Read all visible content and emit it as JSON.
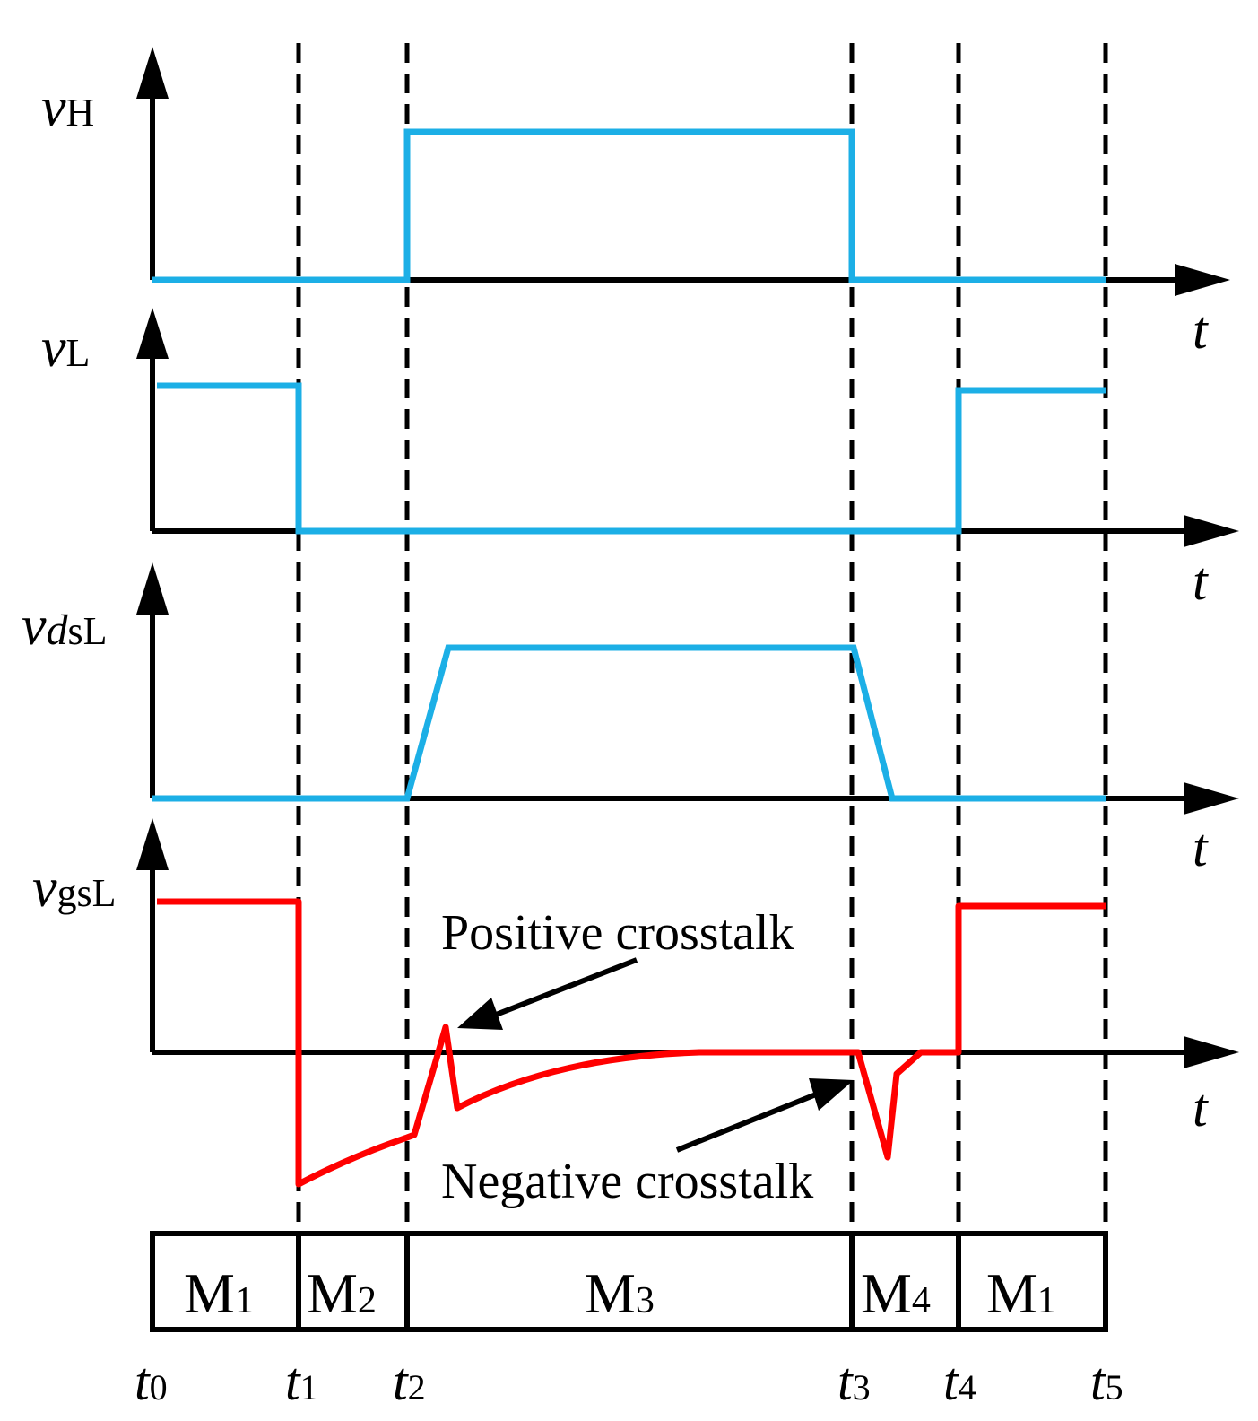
{
  "colors": {
    "axis": "#000000",
    "gate_drive": "#1CAFE6",
    "gate_source": "#FF0000"
  },
  "waveforms": [
    {
      "id": "vH",
      "label_main": "v",
      "label_sub": "H",
      "label_sub_italic_prefix": "",
      "axis_label": "t",
      "color": "gate_drive",
      "description_points": "low t0-t2, high t2-t3, low t3-t5"
    },
    {
      "id": "vL",
      "label_main": "v",
      "label_sub": "L",
      "label_sub_italic_prefix": "",
      "axis_label": "t",
      "color": "gate_drive",
      "description_points": "high t0-t1, low t1-t4, high t4-t5"
    },
    {
      "id": "vdsL",
      "label_main": "v",
      "label_sub": "sL",
      "label_sub_italic_prefix": "d",
      "axis_label": "t",
      "color": "gate_drive",
      "description_points": "low until t2, ramp up, high, ramp down after t3, low"
    },
    {
      "id": "vgsL",
      "label_main": "v",
      "label_sub": "gsL",
      "label_sub_italic_prefix": "",
      "axis_label": "t",
      "color": "gate_source",
      "description_points": "high until t1, negative then recovering, positive spike after t2, negative spike after t3, high from t4"
    }
  ],
  "annotations": {
    "positive": "Positive crosstalk",
    "negative": "Negative crosstalk"
  },
  "time_marks": [
    {
      "main": "t",
      "sub": "0"
    },
    {
      "main": "t",
      "sub": "1"
    },
    {
      "main": "t",
      "sub": "2"
    },
    {
      "main": "t",
      "sub": "3"
    },
    {
      "main": "t",
      "sub": "4"
    },
    {
      "main": "t",
      "sub": "5"
    }
  ],
  "modes": [
    {
      "main": "M",
      "sub": "1"
    },
    {
      "main": "M",
      "sub": "2"
    },
    {
      "main": "M",
      "sub": "3"
    },
    {
      "main": "M",
      "sub": "4"
    },
    {
      "main": "M",
      "sub": "1"
    }
  ]
}
